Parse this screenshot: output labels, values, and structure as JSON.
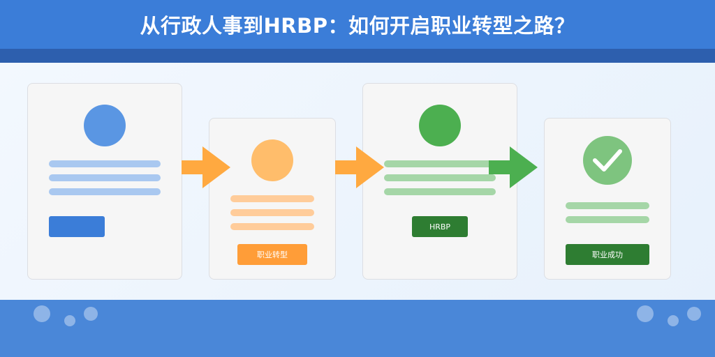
{
  "title": "从行政人事到HRBP：如何开启职业转型之路？",
  "colors": {
    "header_blue": "#3b7dd8",
    "header_band": "#2d5fae",
    "footer_blue": "#4a87d8",
    "blue": "#5a96e3",
    "orange": "#ffbd6b",
    "green": "#4caf50",
    "dark_green": "#2e7d32",
    "arrow_orange": "#ffa940",
    "arrow_green": "#4caf50"
  },
  "stages": [
    {
      "id": "admin",
      "icon": "person-avatar-icon",
      "button_label": ""
    },
    {
      "id": "transition",
      "icon": "person-avatar-icon",
      "button_label": "职业转型"
    },
    {
      "id": "hrbp",
      "icon": "person-avatar-icon",
      "button_label": "HRBP"
    },
    {
      "id": "success",
      "icon": "checkmark-icon",
      "button_label": "职业成功"
    }
  ],
  "arrows": [
    "arrow-right-icon",
    "arrow-right-icon",
    "arrow-right-icon"
  ]
}
